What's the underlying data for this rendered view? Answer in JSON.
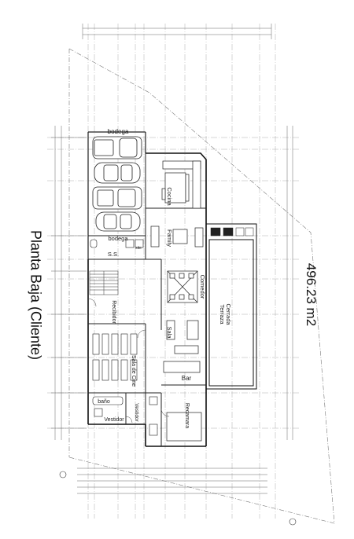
{
  "title": "Planta Baja (Cliente)",
  "area": "496.23 m2",
  "rooms": {
    "bodega_top": "bodega",
    "bodega_mid": "bodega",
    "cocina": "Cocina",
    "family": "Family",
    "ss": "S.S.",
    "site": "site",
    "comedor": "Comedor",
    "terraza": "Terraza",
    "terraza2": "Cerrada",
    "recibidor": "Recibidor",
    "sala": "Sala",
    "sala_cine": "Sala de Cine",
    "bar": "Bar",
    "bano": "baño",
    "vestidor1": "Vestidor",
    "vestidor2": "Vestidor",
    "recamara": "Recamara"
  }
}
